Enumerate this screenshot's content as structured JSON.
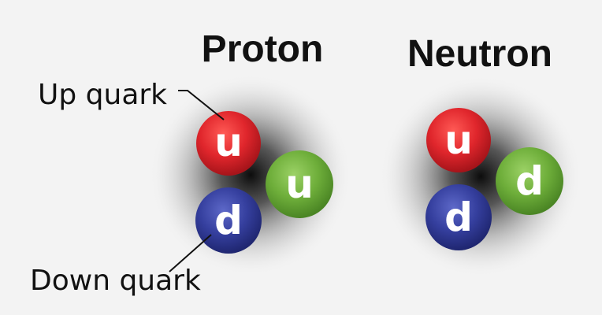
{
  "particles": [
    {
      "title": "Proton",
      "quarks": [
        {
          "letter": "u",
          "flavor": "up",
          "color": "#e0262c"
        },
        {
          "letter": "u",
          "flavor": "up",
          "color": "#6eae3a"
        },
        {
          "letter": "d",
          "flavor": "down",
          "color": "#353f9e"
        }
      ]
    },
    {
      "title": "Neutron",
      "quarks": [
        {
          "letter": "u",
          "flavor": "up",
          "color": "#e0262c"
        },
        {
          "letter": "d",
          "flavor": "down",
          "color": "#6eae3a"
        },
        {
          "letter": "d",
          "flavor": "down",
          "color": "#353f9e"
        }
      ]
    }
  ],
  "labels": {
    "up_quark": "Up quark",
    "down_quark": "Down quark"
  },
  "colors": {
    "background": "#f3f3f3",
    "halo": "#1a1a1a",
    "red": "#e0262c",
    "green": "#6eae3a",
    "blue": "#353f9e"
  }
}
